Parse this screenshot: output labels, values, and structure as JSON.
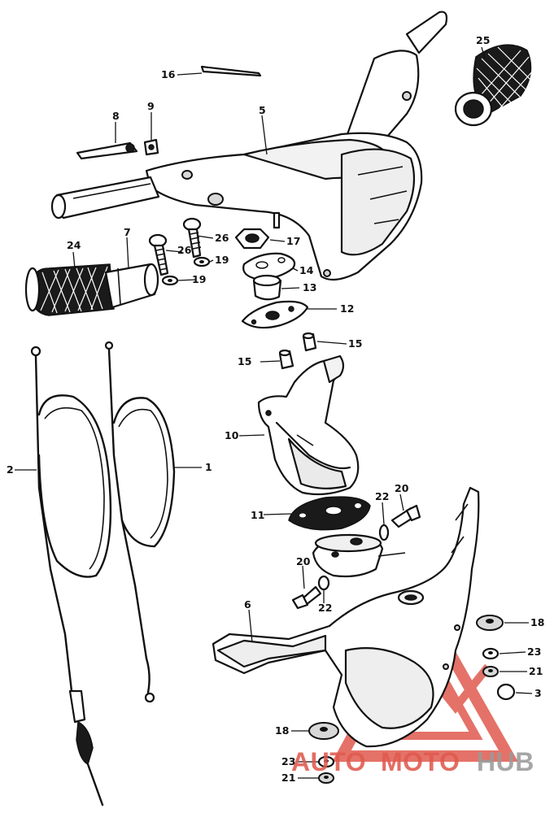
{
  "parts": [
    {
      "id": "16",
      "label": "16"
    },
    {
      "id": "25",
      "label": "25"
    },
    {
      "id": "8",
      "label": "8"
    },
    {
      "id": "9",
      "label": "9"
    },
    {
      "id": "5",
      "label": "5"
    },
    {
      "id": "24",
      "label": "24"
    },
    {
      "id": "7",
      "label": "7"
    },
    {
      "id": "26a",
      "label": "26"
    },
    {
      "id": "26b",
      "label": "26"
    },
    {
      "id": "19a",
      "label": "19"
    },
    {
      "id": "19b",
      "label": "19"
    },
    {
      "id": "17",
      "label": "17"
    },
    {
      "id": "14",
      "label": "14"
    },
    {
      "id": "13",
      "label": "13"
    },
    {
      "id": "12",
      "label": "12"
    },
    {
      "id": "15a",
      "label": "15"
    },
    {
      "id": "15b",
      "label": "15"
    },
    {
      "id": "10",
      "label": "10"
    },
    {
      "id": "2",
      "label": "2"
    },
    {
      "id": "1",
      "label": "1"
    },
    {
      "id": "11",
      "label": "11"
    },
    {
      "id": "22a",
      "label": "22"
    },
    {
      "id": "20a",
      "label": "20"
    },
    {
      "id": "20b",
      "label": "20"
    },
    {
      "id": "22b",
      "label": "22"
    },
    {
      "id": "6",
      "label": "6"
    },
    {
      "id": "18a",
      "label": "18"
    },
    {
      "id": "23a",
      "label": "23"
    },
    {
      "id": "21a",
      "label": "21"
    },
    {
      "id": "3",
      "label": "3"
    },
    {
      "id": "18b",
      "label": "18"
    },
    {
      "id": "23b",
      "label": "23"
    },
    {
      "id": "21b",
      "label": "21"
    }
  ],
  "watermark": {
    "part1": "AUTO",
    "part2": "MOTO",
    "part3": "HUB",
    "color_red": "#e05a4e",
    "color_grey": "#9a9a9a"
  }
}
